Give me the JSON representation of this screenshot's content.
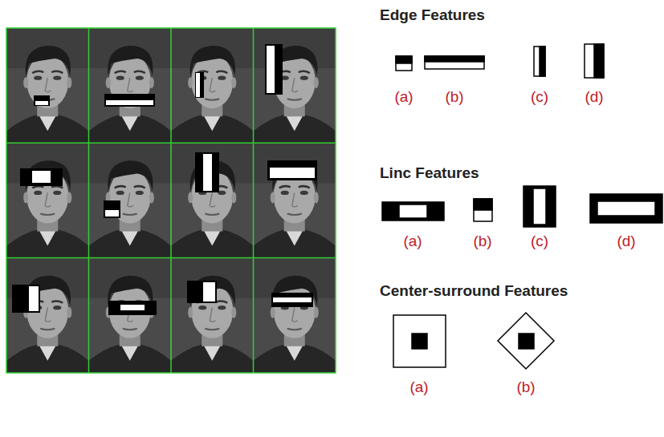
{
  "diagram": {
    "labels": [
      "Edge Features",
      "(a)",
      "(b)",
      "(c)",
      "(d)",
      "Linc Features",
      "(a)",
      "(b)",
      "(c)",
      "(d)",
      "Center-surround Features",
      "(a)",
      "(b)"
    ]
  }
}
